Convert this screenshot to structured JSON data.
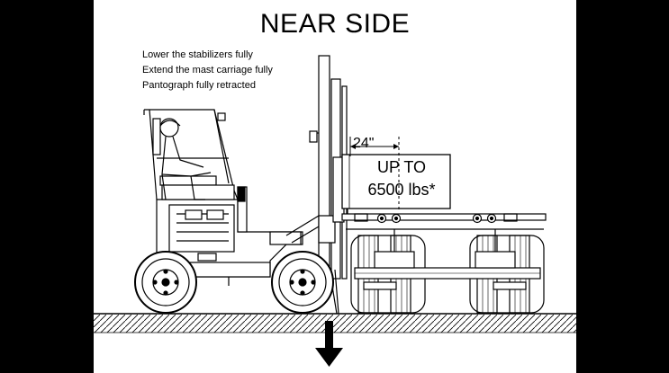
{
  "title": "NEAR SIDE",
  "instructions": [
    "Lower the stabilizers fully",
    "Extend the mast carriage fully",
    "Pantograph fully retracted"
  ],
  "dimension_label": "24\"",
  "capacity_line1": "UP TO",
  "capacity_line2": "6500 lbs*",
  "colors": {
    "background": "#000000",
    "panel": "#ffffff",
    "ink": "#000000"
  },
  "icons": [
    "operator-figure",
    "down-arrow-icon"
  ]
}
